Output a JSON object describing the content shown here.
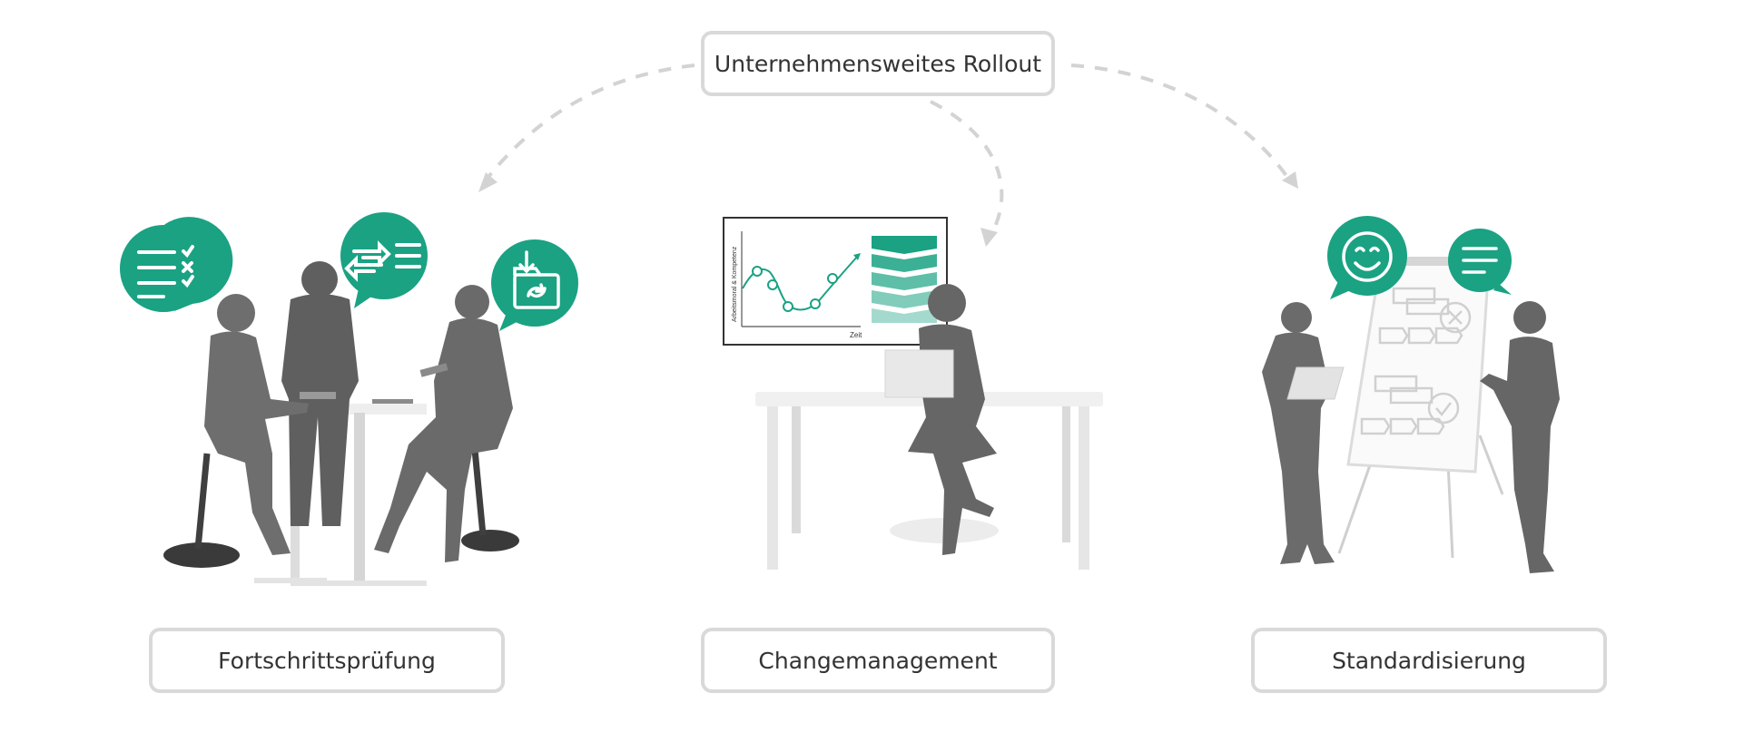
{
  "top": {
    "label": "Unternehmensweites Rollout"
  },
  "stations": [
    {
      "label": "Fortschrittsprüfung",
      "icons": [
        "checklist-icon",
        "exchange-list-icon",
        "download-folder-sync-icon"
      ]
    },
    {
      "label": "Changemanagement",
      "icons": [
        "change-curve-chart",
        "chevron-stack-icon"
      ]
    },
    {
      "label": "Standardisierung",
      "icons": [
        "smiley-icon",
        "text-lines-icon"
      ]
    }
  ],
  "chart": {
    "ylabel": "Arbeitsmoral & Kompetenz",
    "xlabel": "Zeit"
  },
  "colors": {
    "accent": "#1aa283",
    "silhouette": "#6b6b6b",
    "border": "#d9d9d9",
    "arrow": "#d0d0d0"
  }
}
